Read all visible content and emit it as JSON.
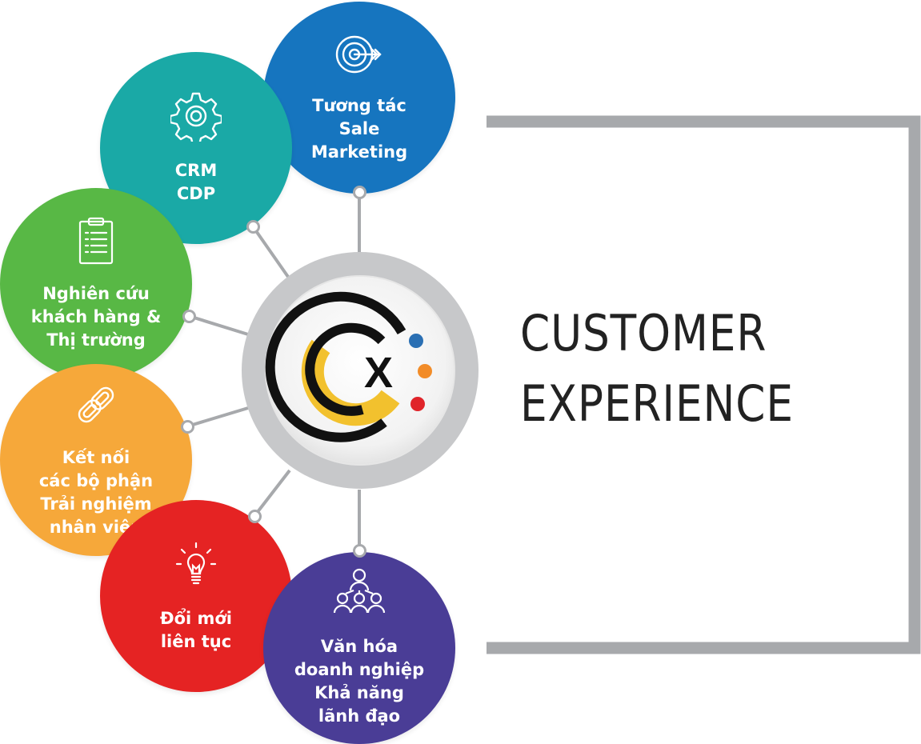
{
  "title": {
    "line1": "CUSTOMER",
    "line2": "EXPERIENCE"
  },
  "hub": {
    "letter": "X",
    "dot_colors": [
      "#2a6fb3",
      "#f28c28",
      "#e0242a"
    ]
  },
  "nodes": [
    {
      "id": "sale-marketing",
      "lines": [
        "Tương tác",
        "Sale",
        "Marketing"
      ],
      "color": "#1675bf",
      "icon": "target-icon"
    },
    {
      "id": "crm-cdp",
      "lines": [
        "CRM",
        "CDP"
      ],
      "color": "#1aa9a6",
      "icon": "gear-icon"
    },
    {
      "id": "research",
      "lines": [
        "Nghiên cứu",
        "khách hàng &",
        "Thị trường"
      ],
      "color": "#58b845",
      "icon": "clipboard-icon"
    },
    {
      "id": "connect",
      "lines": [
        "Kết nối",
        "các bộ phận",
        "Trải nghiệm",
        "nhân viên"
      ],
      "color": "#f6a83a",
      "icon": "link-icon"
    },
    {
      "id": "innovation",
      "lines": [
        "Đổi mới",
        "liên tục"
      ],
      "color": "#e52323",
      "icon": "lightbulb-icon"
    },
    {
      "id": "culture",
      "lines": [
        "Văn hóa",
        "doanh nghiệp",
        "Khả năng",
        "lãnh đạo"
      ],
      "color": "#4a3d96",
      "icon": "team-icon"
    }
  ]
}
